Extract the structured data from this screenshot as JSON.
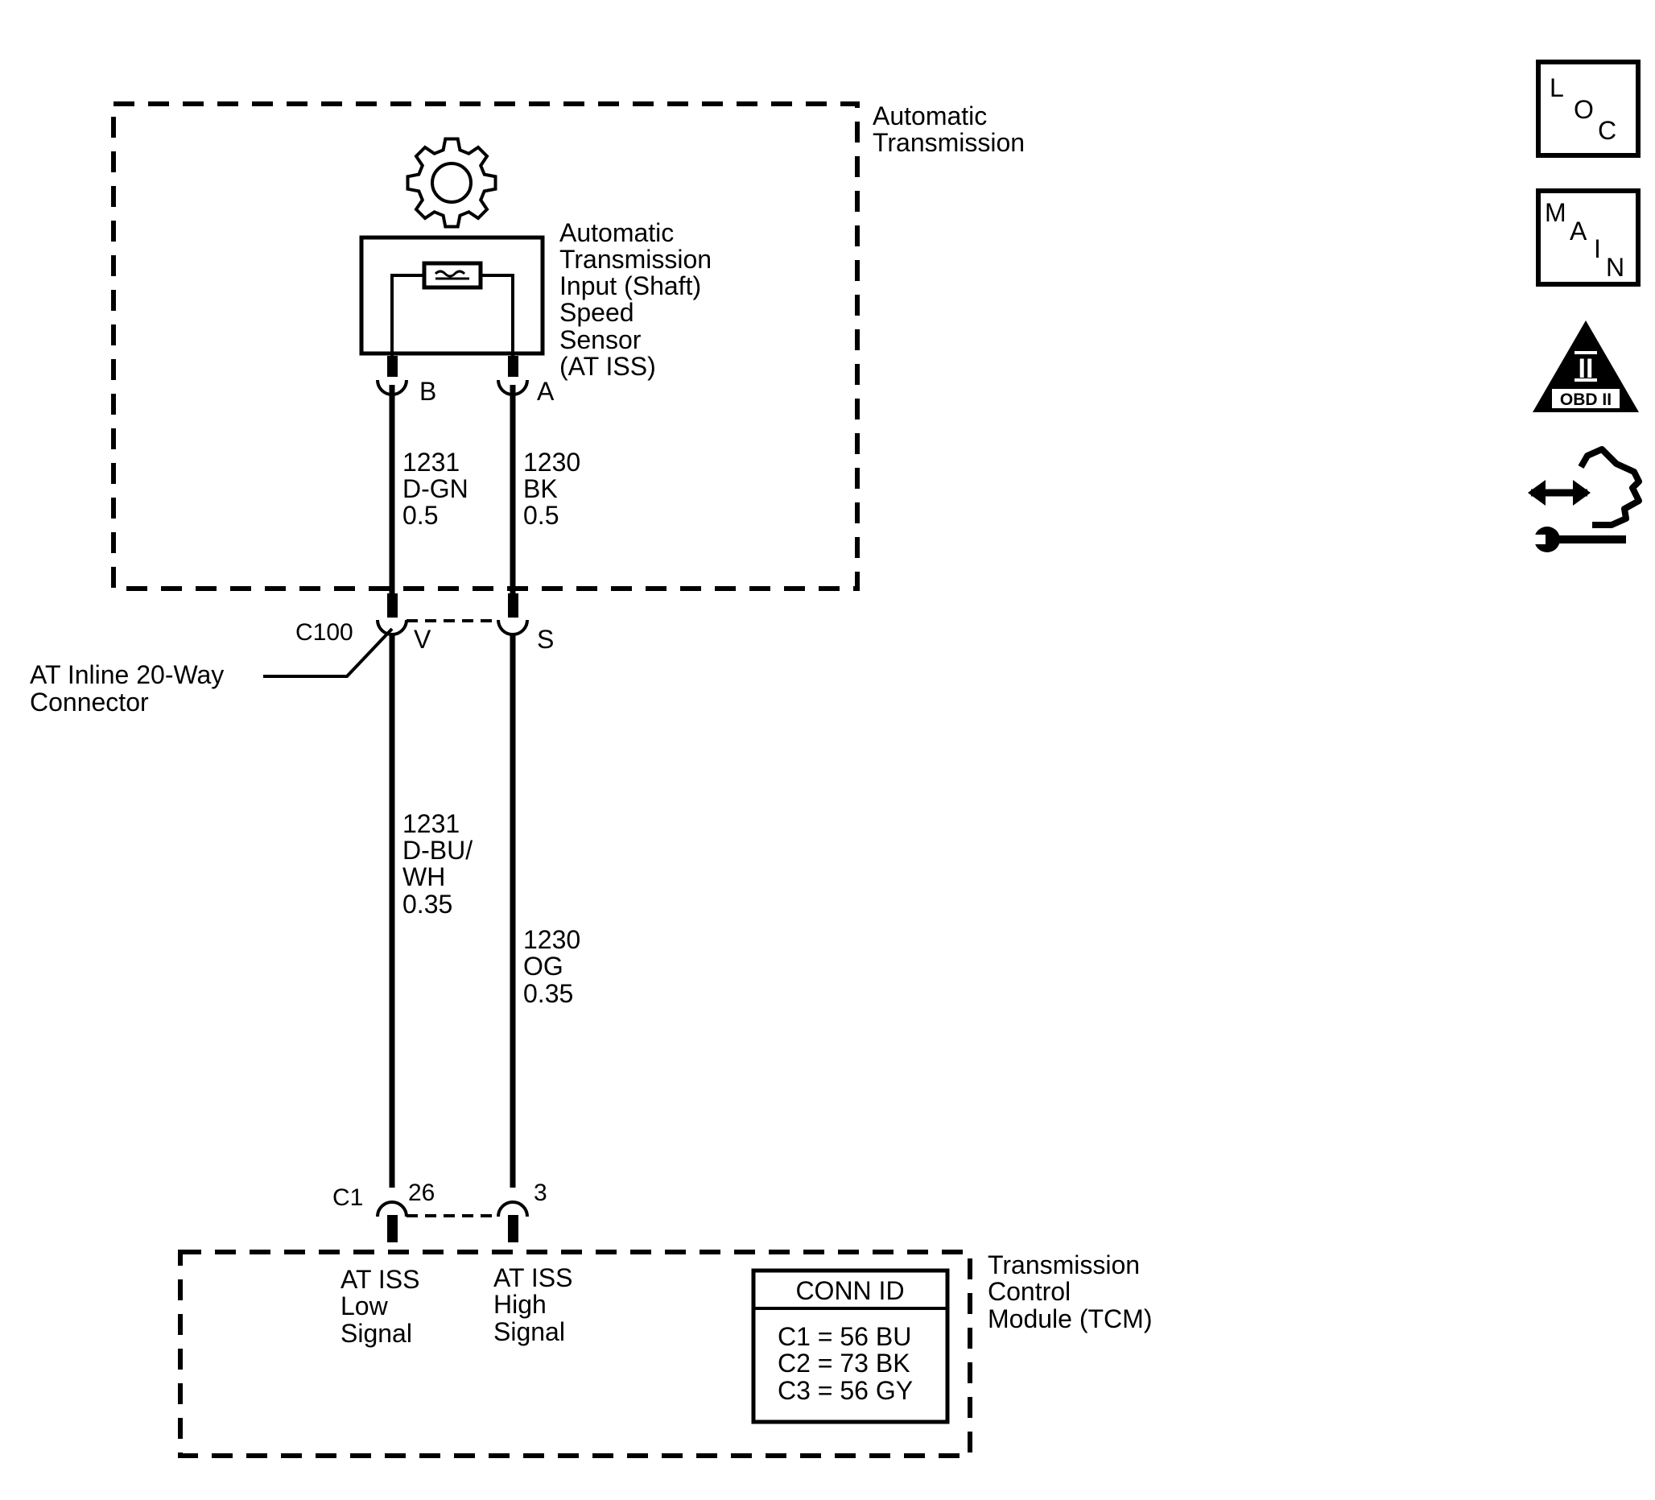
{
  "colors": {
    "ink": "#000000",
    "background": "#ffffff"
  },
  "automatic_transmission": {
    "label_lines": [
      "Automatic",
      "Transmission"
    ]
  },
  "sensor": {
    "label_lines": [
      "Automatic",
      "Transmission",
      "Input (Shaft)",
      "Speed",
      "Sensor",
      "(AT ISS)"
    ],
    "icon": "gear-icon",
    "pin_b": "B",
    "pin_a": "A"
  },
  "upper_wires": {
    "left": {
      "circuit": "1231",
      "color": "D-GN",
      "gauge": "0.5"
    },
    "right": {
      "circuit": "1230",
      "color": "BK",
      "gauge": "0.5"
    }
  },
  "inline_connector": {
    "id": "C100",
    "pin_left": "V",
    "pin_right": "S",
    "label_lines": [
      "AT Inline 20-Way",
      "Connector"
    ]
  },
  "lower_wires": {
    "left": {
      "circuit": "1231",
      "color_lines": [
        "D-BU/",
        "WH"
      ],
      "gauge": "0.35"
    },
    "right": {
      "circuit": "1230",
      "color": "OG",
      "gauge": "0.35"
    }
  },
  "tcm_connector": {
    "id": "C1",
    "pin_left": "26",
    "pin_right": "3"
  },
  "tcm": {
    "label_lines": [
      "Transmission",
      "Control",
      "Module (TCM)"
    ],
    "low_signal_lines": [
      "AT ISS",
      "Low",
      "Signal"
    ],
    "high_signal_lines": [
      "AT ISS",
      "High",
      "Signal"
    ],
    "conn_id": {
      "header": "CONN ID",
      "rows": [
        "C1 = 56 BU",
        "C2 = 73 BK",
        "C3 = 56 GY"
      ]
    }
  },
  "side_icons": [
    {
      "name": "loc-icon",
      "letters": [
        "L",
        "O",
        "C"
      ]
    },
    {
      "name": "main-icon",
      "letters": [
        "M",
        "A",
        "I",
        "N"
      ]
    },
    {
      "name": "obd-ii-icon",
      "roman": "II",
      "label": "OBD II"
    },
    {
      "name": "hand-wrench-icon"
    }
  ]
}
